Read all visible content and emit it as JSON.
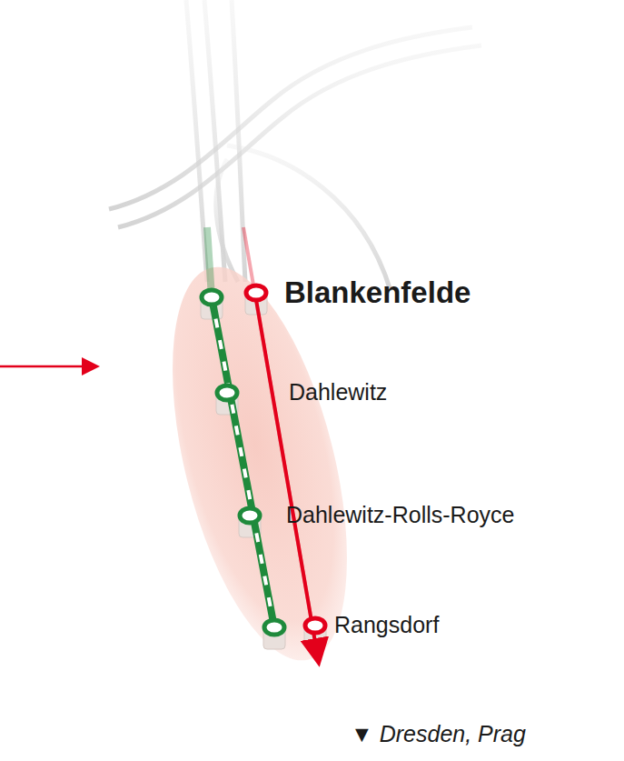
{
  "diagram": {
    "labels": [
      "Blankenfelde",
      "Dahlewitz",
      "Dahlewitz-Rolls-Royce",
      "Rangsdorf",
      "▼ Dresden, Prag"
    ]
  }
}
